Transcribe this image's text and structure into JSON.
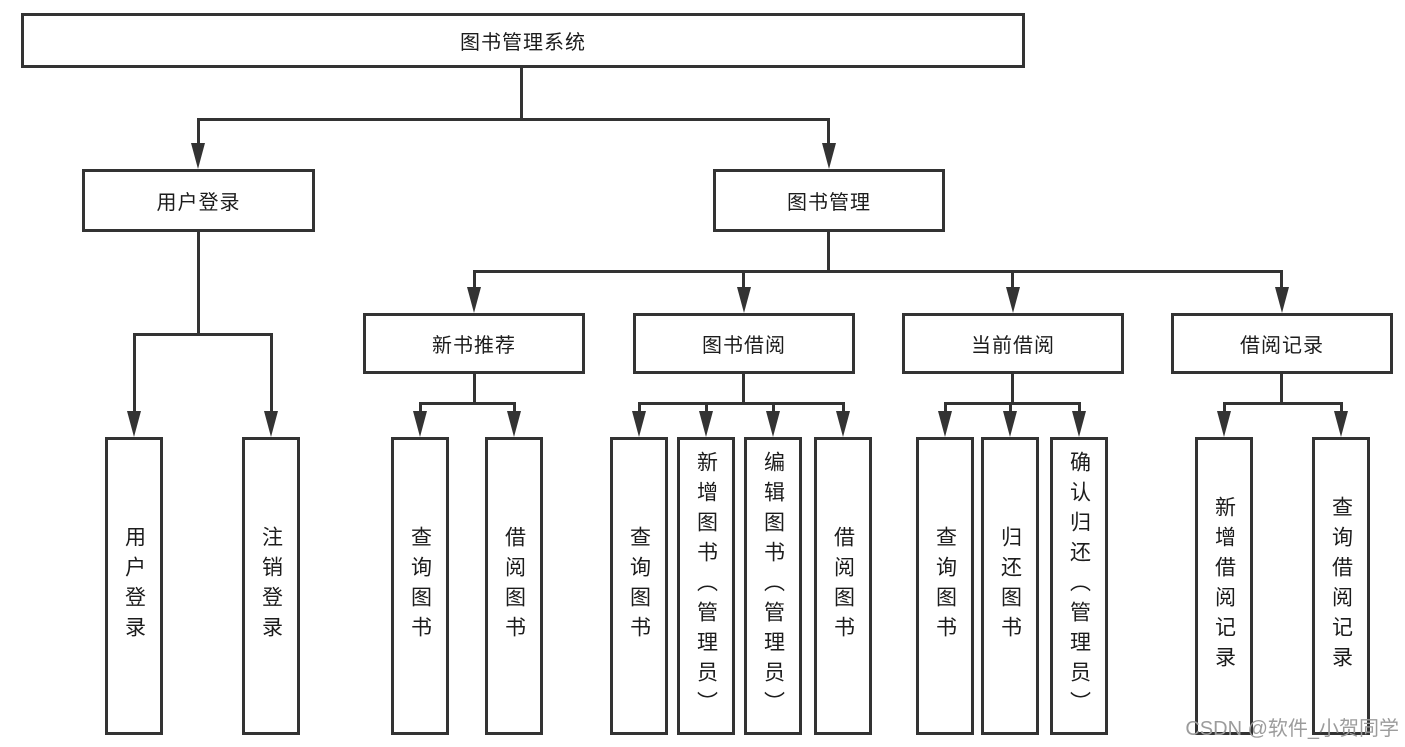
{
  "diagram": {
    "title": "图书管理系统",
    "watermark": "CSDN @软件_小贺同学",
    "colors": {
      "line": "#333333",
      "text": "#1c1c1c",
      "watermark": "#9c9c9c",
      "background": "#ffffff"
    },
    "nodes": {
      "root": "图书管理系统",
      "level2": {
        "user_login": "用户登录",
        "book_management": "图书管理"
      },
      "level3": {
        "new_books": "新书推荐",
        "book_borrow": "图书借阅",
        "current_borrow": "当前借阅",
        "borrow_records": "借阅记录"
      },
      "level4": {
        "user_login_1": "用户登录",
        "user_login_2": "注销登录",
        "new_books_1": "查询图书",
        "new_books_2": "借阅图书",
        "book_borrow_1": "查询图书",
        "book_borrow_2": "新增图书（管理员）",
        "book_borrow_3": "编辑图书（管理员）",
        "book_borrow_4": "借阅图书",
        "current_borrow_1": "查询图书",
        "current_borrow_2": "归还图书",
        "current_borrow_3": "确认归还（管理员）",
        "borrow_records_1": "新增借阅记录",
        "borrow_records_2": "查询借阅记录"
      }
    }
  }
}
